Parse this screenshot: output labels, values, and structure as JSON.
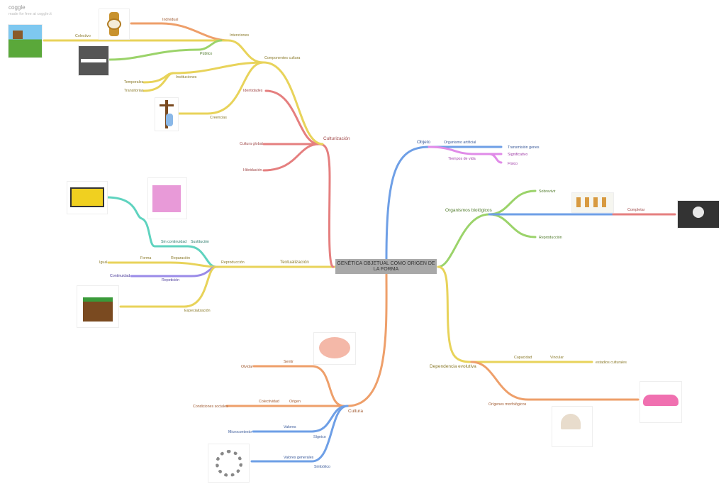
{
  "brand": {
    "logo": "coggle",
    "tagline": "made for free at coggle.it"
  },
  "center": "GENÉTICA OBJETUAL COMO ORIGEN DE LA FORMA",
  "left": {
    "culturizacion": "Culturización",
    "identidades": "Identidades",
    "cultura_global": "Cultura global",
    "hibridacion": "Hibridación",
    "componentes": "Componentes cultura",
    "intenciones": "Intenciones",
    "individual": "Individual",
    "colectivo": "Colectivo",
    "publico": "Público",
    "instituciones": "Instituciones",
    "temporales": "Temporales",
    "transitorias": "Transitorias",
    "creencias": "Creencias",
    "textualizacion": "Textualización",
    "reproduccion": "Reproducción",
    "sin_continuidad": "Sin continuidad",
    "sustitucion": "Sustitución",
    "forma": "Forma",
    "reparacion": "Reparación",
    "igual": "Igual",
    "continuidad": "Continuidad",
    "repeticion": "Repetición",
    "especializacion": "Especialización"
  },
  "right": {
    "objeto": "Objeto",
    "organismo_artificial": "Organismo artificial",
    "transmision": "Transmisión genes",
    "tiempos": "Tiempos de vida",
    "significativo": "Significativo",
    "fisico": "Físico",
    "organismos_bio": "Organismos biológicos",
    "sobrevivir": "Sobrevivir",
    "reproduccion": "Reproducción",
    "completar": "Completar",
    "dependencia": "Dependencia evolutiva",
    "capacidad": "Capacidad",
    "vincular": "Vincular",
    "estadios": "estadios culturales",
    "origenes": "Orígenes morfológicos"
  },
  "bottom": {
    "cultura": "Cultura",
    "sentir": "Sentir",
    "olvidar": "Olvidar",
    "origen": "Origen",
    "colectividad": "Colectividad",
    "condiciones": "Condiciones sociales",
    "signico": "Sígnico",
    "valores": "Valores",
    "microcontexto": "Microcontexto",
    "simbolico": "Simbólico",
    "valores_generales": "Valores generales"
  },
  "images": [
    "watch",
    "treehouse",
    "parking",
    "crucifix",
    "cashier",
    "microwave",
    "wallet",
    "brain",
    "people-circle",
    "giraffes",
    "skull",
    "pink-car",
    "stroller"
  ]
}
